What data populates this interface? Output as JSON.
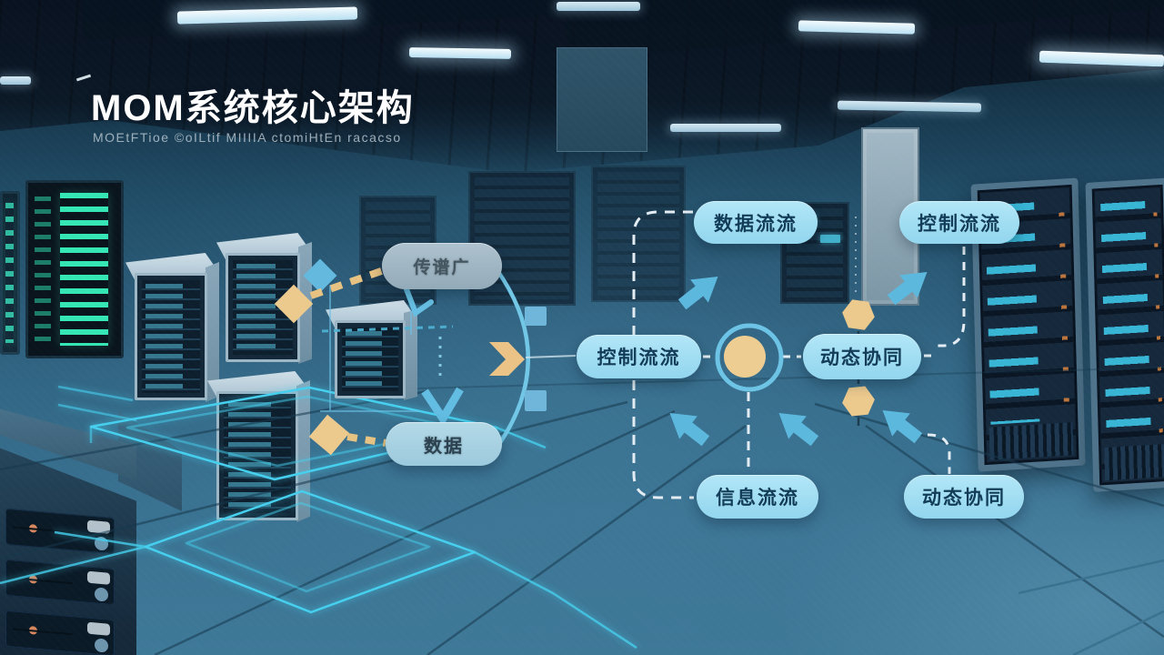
{
  "header": {
    "title": "MOM系统核心架构",
    "subtitle": "MOEtFTioe ©oILtif MIIIIA ctomiHtEn racacso"
  },
  "nodes": {
    "left_top": "传谱广",
    "left_bottom": "数据",
    "data_flow": "数据流流",
    "control_flow_top": "控制流流",
    "control_flow_mid": "控制流流",
    "dynamic_collab_mid": "动态协同",
    "info_flow": "信息流流",
    "dynamic_collab_bottom": "动态协同"
  },
  "colors": {
    "pill_cyan": "#a0dff3",
    "pill_text_navy": "#123c57",
    "pill_gray": "#9fb6c4",
    "pill_soft_blue": "#a9d2e2",
    "accent_gold": "#ecca8e",
    "arrow_blue": "#5db8de",
    "line_blue": "#74c8e8",
    "dash_light": "#e2ecf2",
    "glow_teal": "#46cfee"
  }
}
